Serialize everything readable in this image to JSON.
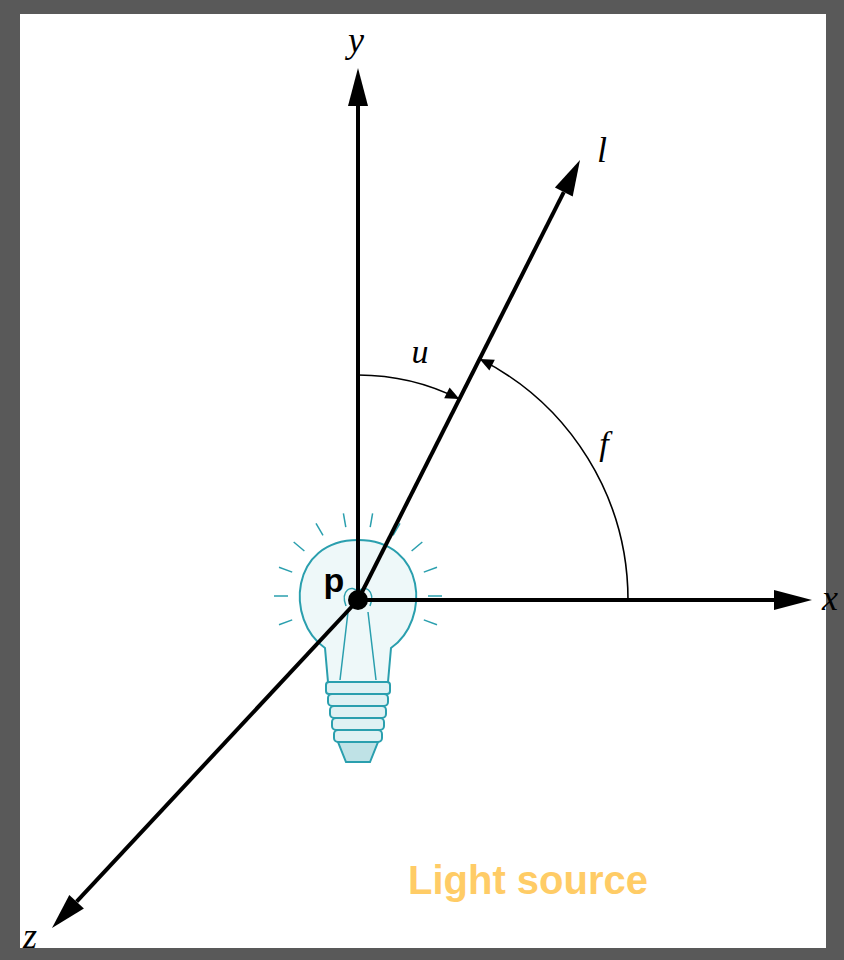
{
  "diagram": {
    "labels": [
      "y",
      "l",
      "u",
      "f",
      "p",
      "x",
      "z",
      "Light source"
    ]
  }
}
